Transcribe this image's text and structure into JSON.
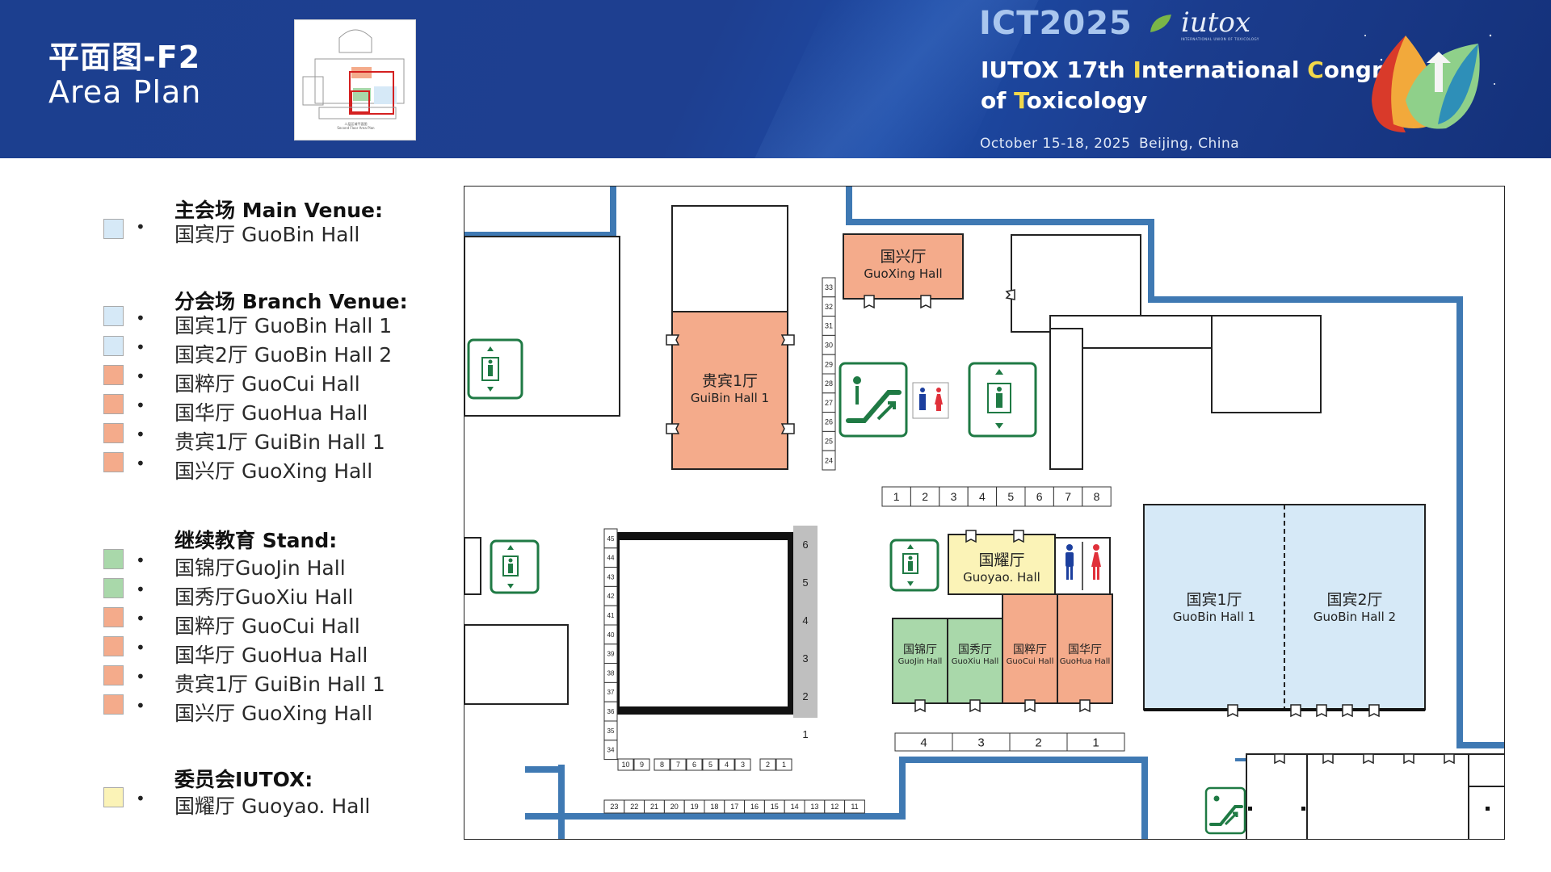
{
  "header": {
    "title_cn": "平面图-F2",
    "title_en": "Area Plan",
    "thumbnail_caption_cn": "二层区域平面图",
    "thumbnail_caption_en": "Second Floor Area Plan",
    "logo_ict": "ICT2025",
    "logo_iutox": "iutox",
    "logo_iutox_sub": "INTERNATIONAL UNION OF TOXICOLOGY",
    "congress_line1_pre": "IUTOX 17th ",
    "congress_line1_i": "I",
    "congress_line1_mid": "nternational ",
    "congress_line1_c": "C",
    "congress_line1_post": "ongress",
    "congress_line2_pre": "of ",
    "congress_line2_t": "T",
    "congress_line2_post": "oxicology",
    "date": "October 15-18, 2025",
    "location": "Beijing, China"
  },
  "legend": {
    "main_venue": {
      "heading": "主会场 Main Venue:",
      "items": [
        {
          "label": "国宾厅 GuoBin Hall",
          "color": "#d6e9f7"
        }
      ]
    },
    "branch_venue": {
      "heading": "分会场 Branch Venue:",
      "items": [
        {
          "label": "国宾1厅 GuoBin Hall 1",
          "color": "#d6e9f7"
        },
        {
          "label": "国宾2厅 GuoBin Hall 2",
          "color": "#d6e9f7"
        },
        {
          "label": "国粹厅 GuoCui Hall",
          "color": "#f4ab8b"
        },
        {
          "label": "国华厅 GuoHua Hall",
          "color": "#f4ab8b"
        },
        {
          "label": "贵宾1厅 GuiBin Hall 1",
          "color": "#f4ab8b"
        },
        {
          "label": "国兴厅 GuoXing Hall",
          "color": "#f4ab8b"
        }
      ]
    },
    "stand": {
      "heading": "继续教育 Stand:",
      "items": [
        {
          "label": "国锦厅GuoJin Hall",
          "color": "#a9d8aa"
        },
        {
          "label": "国秀厅GuoXiu Hall",
          "color": "#a9d8aa"
        },
        {
          "label": "国粹厅 GuoCui Hall",
          "color": "#f4ab8b"
        },
        {
          "label": "国华厅 GuoHua Hall",
          "color": "#f4ab8b"
        },
        {
          "label": "贵宾1厅 GuiBin Hall 1",
          "color": "#f4ab8b"
        },
        {
          "label": "国兴厅 GuoXing Hall",
          "color": "#f4ab8b"
        }
      ]
    },
    "committee": {
      "heading": "委员会IUTOX:",
      "items": [
        {
          "label": "国耀厅 Guoyao. Hall",
          "color": "#fbf3b7"
        }
      ]
    }
  },
  "map": {
    "halls": {
      "guoxing": {
        "cn": "国兴厅",
        "en": "GuoXing Hall",
        "color": "#f4ab8b"
      },
      "guibin1": {
        "cn": "贵宾1厅",
        "en": "GuiBin Hall 1",
        "color": "#f4ab8b"
      },
      "guoyao": {
        "cn": "国耀厅",
        "en": "Guoyao. Hall",
        "color": "#fbf3b7"
      },
      "guojin": {
        "cn": "国锦厅",
        "en": "GuoJin Hall",
        "color": "#a9d8aa"
      },
      "guoxiu": {
        "cn": "国秀厅",
        "en": "GuoXiu Hall",
        "color": "#a9d8aa"
      },
      "guocui": {
        "cn": "国粹厅",
        "en": "GuoCui Hall",
        "color": "#f4ab8b"
      },
      "guohua": {
        "cn": "国华厅",
        "en": "GuoHua Hall",
        "color": "#f4ab8b"
      },
      "guobin1": {
        "cn": "国宾1厅",
        "en": "GuoBin Hall 1",
        "color": "#d6e9f7"
      },
      "guobin2": {
        "cn": "国宾2厅",
        "en": "GuoBin Hall 2",
        "color": "#d6e9f7"
      }
    },
    "booths": {
      "top_row": [
        "1",
        "2",
        "3",
        "4",
        "5",
        "6",
        "7",
        "8"
      ],
      "vertical_right": [
        "33",
        "32",
        "31",
        "30",
        "29",
        "28",
        "27",
        "26",
        "25",
        "24"
      ],
      "gray_column": [
        "6",
        "5",
        "4",
        "3",
        "2",
        "1"
      ],
      "left_column": [
        "45",
        "44",
        "43",
        "42",
        "41",
        "40",
        "39",
        "38",
        "37",
        "36",
        "35",
        "34"
      ],
      "square_bottom": [
        "10",
        "9",
        "8",
        "7",
        "6",
        "5",
        "4",
        "3",
        "2",
        "1"
      ],
      "bottom_row": [
        "23",
        "22",
        "21",
        "20",
        "19",
        "18",
        "17",
        "16",
        "15",
        "14",
        "13",
        "12",
        "11"
      ],
      "hall_row": [
        "4",
        "3",
        "2",
        "1"
      ]
    },
    "colors": {
      "corridor_wall": "#3f79b3",
      "line": "#222222",
      "icon_green": "#1f7a44",
      "gray_booth": "#bfbfbf",
      "male_blue": "#1c3f9e",
      "female_red": "#e0303a"
    }
  }
}
